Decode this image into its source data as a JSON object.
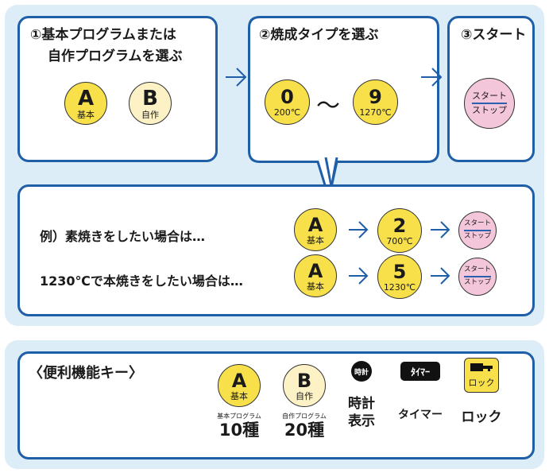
{
  "colors": {
    "accent": "#1f5fa8",
    "panel": "#dcedf7",
    "yellow": "#f7e04a",
    "cream": "#fdf1c6",
    "pink": "#f3c6da"
  },
  "steps": [
    {
      "title_line1": "①基本プログラムまたは",
      "title_line2": "自作プログラムを選ぶ"
    },
    {
      "title_line1": "②焼成タイプを選ぶ"
    },
    {
      "title_line1": "③スタート"
    }
  ],
  "buttons": {
    "a": {
      "letter": "A",
      "label": "基本"
    },
    "b": {
      "letter": "B",
      "label": "自作"
    },
    "firing0": {
      "digit": "0",
      "temp": "200℃"
    },
    "firing9": {
      "digit": "9",
      "temp": "1270℃"
    },
    "firing2": {
      "digit": "2",
      "temp": "700℃"
    },
    "firing5": {
      "digit": "5",
      "temp": "1230℃"
    },
    "start_stop": {
      "top": "スタート",
      "bottom": "ストップ"
    }
  },
  "range_separator": "〜",
  "examples": [
    {
      "text": "例）素焼きをしたい場合は…"
    },
    {
      "text": "1230℃で本焼きをしたい場合は…"
    }
  ],
  "keys": {
    "title": "〈便利機能キー〉",
    "items": [
      {
        "small": "基本プログラム",
        "big": "10種"
      },
      {
        "small": "自作プログラム",
        "big": "20種"
      },
      {
        "icon_text": "時計",
        "line1": "時計",
        "line2": "表示"
      },
      {
        "icon_text": "ﾀｲﾏｰ",
        "label": "タイマー"
      },
      {
        "icon_text": "ロック",
        "label": "ロック"
      }
    ]
  }
}
